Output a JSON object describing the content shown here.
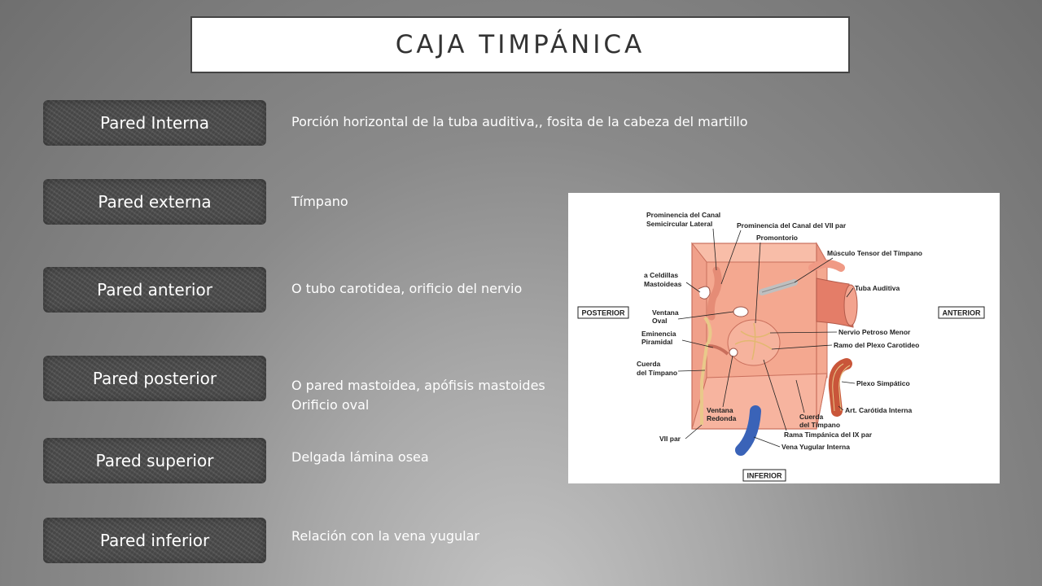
{
  "title": "CAJA TIMPÁNICA",
  "rows": [
    {
      "label": "Pared Interna",
      "desc": [
        "Porción horizontal de la tuba auditiva,,  fosita de la cabeza del martillo"
      ]
    },
    {
      "label": "Pared externa",
      "desc": [
        "Tímpano"
      ]
    },
    {
      "label": "Pared anterior",
      "desc": [
        "O tubo carotidea, orificio del nervio"
      ]
    },
    {
      "label": "Pared posterior",
      "desc": [
        "O pared mastoidea, apófisis mastoides",
        "Orificio oval"
      ]
    },
    {
      "label": "Pared superior",
      "desc": [
        "Delgada lámina osea"
      ]
    },
    {
      "label": "Pared inferior",
      "desc": [
        "Relación con la vena yugular"
      ]
    }
  ],
  "diagram": {
    "labels": {
      "prominencia_canal_semicircular": [
        "Prominencia del Canal",
        "Semicircular Lateral"
      ],
      "prominencia_canal_vii": "Prominencia del Canal del VII par",
      "promontorio": "Promontorio",
      "musculo_tensor": "Músculo Tensor del Tímpano",
      "celdillas": [
        "a Celdillas",
        "Mastoideas"
      ],
      "tuba_auditiva": "Tuba Auditiva",
      "posterior": "POSTERIOR",
      "anterior": "ANTERIOR",
      "ventana_oval": [
        "Ventana",
        "Oval"
      ],
      "eminencia_piramidal": [
        "Eminencia",
        "Piramidal"
      ],
      "nervio_petroso": "Nervio Petroso Menor",
      "ramo_plexo": "Ramo del Plexo Carotideo",
      "cuerda_timpano_left": [
        "Cuerda",
        "del Tímpano"
      ],
      "plexo_simpatico": "Plexo Simpático",
      "art_carotida": "Art. Carótida Interna",
      "ventana_redonda": [
        "Ventana",
        "Redonda"
      ],
      "cuerda_timpano_bottom": [
        "Cuerda",
        "del Tímpano"
      ],
      "rama_timpanica": "Rama Timpánica del IX par",
      "vii_par": "VII par",
      "vena_yugular": "Vena Yugular Interna",
      "inferior": "INFERIOR"
    },
    "colors": {
      "wall": "#f4a890",
      "wall_dark": "#e58c76",
      "vein": "#3a63b8",
      "artery": "#c9563a",
      "nerve": "#e9c98a"
    }
  }
}
